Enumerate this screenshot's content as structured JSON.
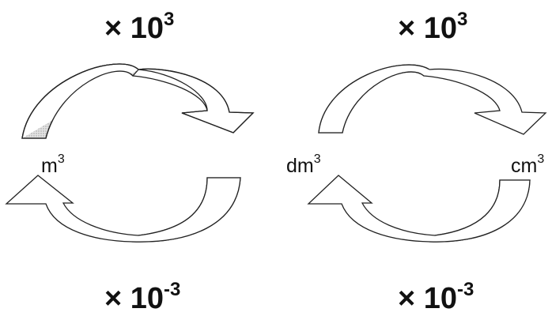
{
  "diagram": {
    "units": {
      "m3": {
        "base": "m",
        "exponent": "3"
      },
      "dm3": {
        "base": "dm",
        "exponent": "3"
      },
      "cm3": {
        "base": "cm",
        "exponent": "3"
      }
    },
    "conversions": [
      {
        "from": "m3",
        "to": "dm3",
        "prefix": "× 10",
        "exponent": "3"
      },
      {
        "from": "dm3",
        "to": "cm3",
        "prefix": "× 10",
        "exponent": "3"
      },
      {
        "from": "dm3",
        "to": "m3",
        "prefix": "× 10",
        "exponent": "-3"
      },
      {
        "from": "cm3",
        "to": "dm3",
        "prefix": "× 10",
        "exponent": "-3"
      }
    ]
  },
  "colors": {
    "arrow_fill": "#d9d9d9",
    "arrow_stroke": "#222222",
    "text": "#111111"
  }
}
